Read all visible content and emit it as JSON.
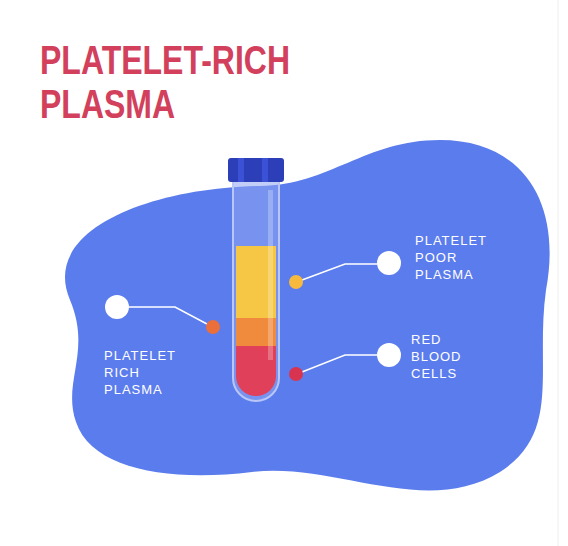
{
  "diagram": {
    "title": "PLATELET-RICH PLASMA",
    "labels": [
      "PLATELET POOR PLASMA",
      "RED BLOOD CELLS",
      "PLATELET RICH PLASMA"
    ]
  }
}
